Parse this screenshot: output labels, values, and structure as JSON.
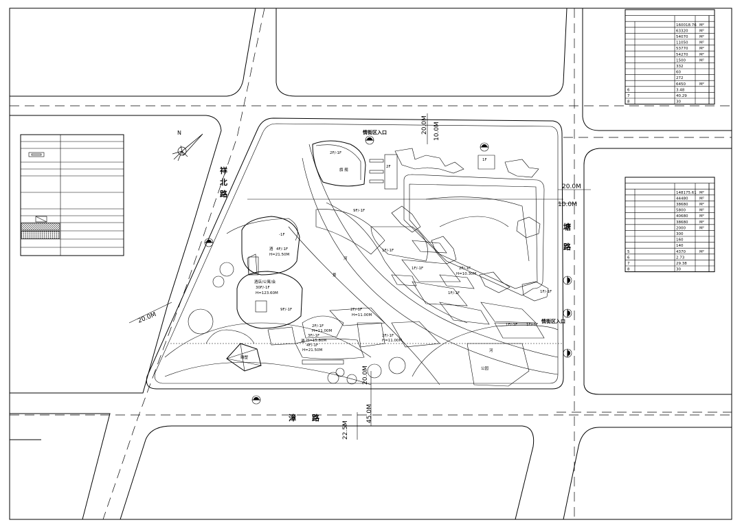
{
  "roads": {
    "west": [
      "祥",
      "北",
      "路"
    ],
    "east": [
      "塘",
      "路"
    ],
    "south": [
      "漳",
      "路"
    ]
  },
  "north_arrow": "N",
  "entrances": {
    "north": "情街区入口",
    "east": "情街区入口"
  },
  "dimensions": {
    "north_road_outer": "20.0M",
    "north_road_inner": "10.0M",
    "east_road_outer": "20.0M",
    "east_road_inner": "10.0M",
    "west_road": "20.0M",
    "south_road_a": "20.0M",
    "south_road_b": "45.0M",
    "south_road_c": "22.5M"
  },
  "building_labels": {
    "b_north": "2F/-1F",
    "b_north_name": "旗 舰",
    "b_2f": "2F",
    "b_1f": "1F",
    "b_9f": "9F/-1F",
    "b_west_top": "-1F",
    "b_west": "4F/-1F",
    "b_west_h": "H=21.50M",
    "b_west_name": "酒",
    "b_center_name": "酒店/公寓/会",
    "b_center": "30F/-1F",
    "b_center_h": "H=123.60M",
    "river": "河",
    "scenic": "景",
    "b_mid_1": "1F/-1F",
    "b_mid_2": "2F/-1F",
    "b_mid_2h": "H=10.30M",
    "b_mid_3": "1F/-1F",
    "b_mid_4": "2F/-1F",
    "b_mid_4h": "H=11.00M",
    "b_s1": "2F/-1F",
    "b_s1h": "H=11.00M",
    "b_s2": "3F/-1F",
    "b_s2h": "H=15.80M",
    "b_s3": "4F/-1F",
    "b_s3h": "H=21.50M",
    "b_s3_name": "酒",
    "b_s4": "2F/-1F",
    "b_s4h": "H=11.00M",
    "b_e1": "1F/-1F",
    "b_e2": "9F/-1F",
    "b_e3": "1F/-1F",
    "b_res": "1F/-1F",
    "river_s": "河",
    "park": "公园",
    "monument": "雕塑"
  },
  "table_top": {
    "values": [
      "160018.76",
      "63320",
      "54070",
      "11050",
      "53770",
      "54270",
      "1500",
      "332",
      "60",
      "272",
      "6450",
      "3.48",
      "40.29",
      "30"
    ],
    "units": [
      "M²",
      "M²",
      "M²",
      "M²",
      "M²",
      "M²",
      "M²",
      "",
      "",
      "",
      "M²",
      "",
      "",
      ""
    ],
    "index": [
      "",
      "",
      "",
      "",
      "",
      "",
      "",
      "",
      "",
      "",
      "",
      "6",
      "7",
      "8"
    ]
  },
  "table_right": {
    "values": [
      "148175.61",
      "44480",
      "38680",
      "5800",
      "40680",
      "38680",
      "2000",
      "300",
      "160",
      "140",
      "4370",
      "2.73",
      "29.38",
      "30"
    ],
    "units": [
      "M²",
      "M²",
      "M²",
      "M²",
      "M²",
      "M²",
      "M²",
      "",
      "",
      "",
      "M²",
      "",
      "",
      ""
    ],
    "index": [
      "",
      "",
      "",
      "",
      "",
      "",
      "",
      "",
      "",
      "",
      "5",
      "6",
      "7",
      "8"
    ]
  }
}
